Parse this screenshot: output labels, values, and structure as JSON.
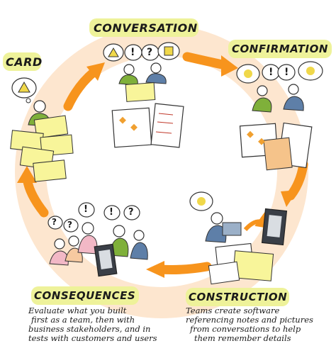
{
  "stages": {
    "card": "CARD",
    "conversation": "CONVERSATION",
    "confirmation": "CONFIRMATION",
    "construction": "CONSTRUCTION",
    "consequences": "CONSEQUENCES"
  },
  "construction_desc": [
    "Teams create software",
    "referencing notes and pictures",
    "from conversations to help",
    "them remember details"
  ],
  "consequences_desc": [
    "Evaluate what you built",
    "first as a team, then with",
    "business stakeholders, and in",
    "tests with customers and users"
  ],
  "thought_bubble_marks": {
    "question": "?",
    "exclamation": "!"
  },
  "colors": {
    "ring": "#fde6cf",
    "arrow": "#f7941d",
    "highlight": "#eef29a",
    "card": "#f8f59a",
    "figure_green": "#7fb03a",
    "figure_blue": "#5e7fa8",
    "figure_pink": "#f2b8c6"
  }
}
